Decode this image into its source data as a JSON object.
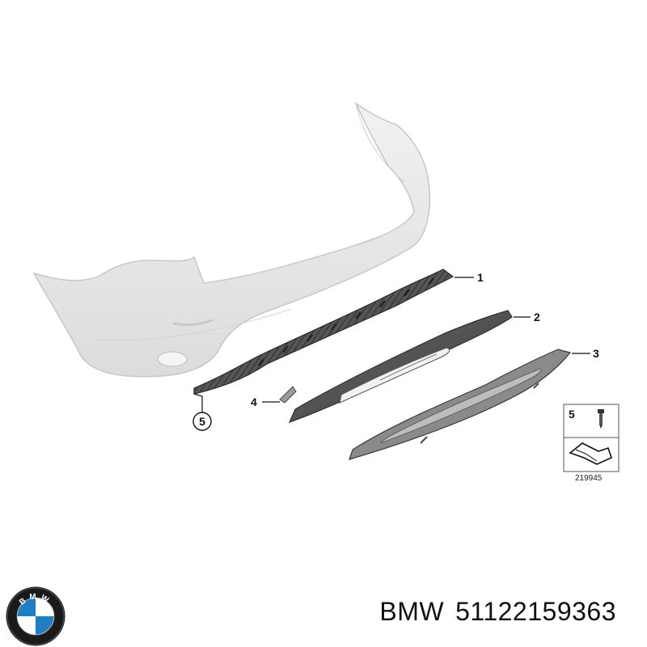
{
  "callouts": {
    "c1": "1",
    "c2": "2",
    "c3": "3",
    "c4": "4",
    "c5": "5"
  },
  "legend": {
    "item_number": "5",
    "reference_code": "219945"
  },
  "footer": {
    "brand": "BMW",
    "part_number": "51122159363"
  },
  "logo": {
    "icon": "bmw-roundel-icon",
    "lettering": "BMW"
  },
  "colors": {
    "bumper_fill": "#e6e6e6",
    "trim_dark": "#4a4a4a",
    "trim_mid": "#8c8c8c",
    "logo_blue": "#1f7fc4",
    "logo_ring": "#1a1a1a"
  }
}
